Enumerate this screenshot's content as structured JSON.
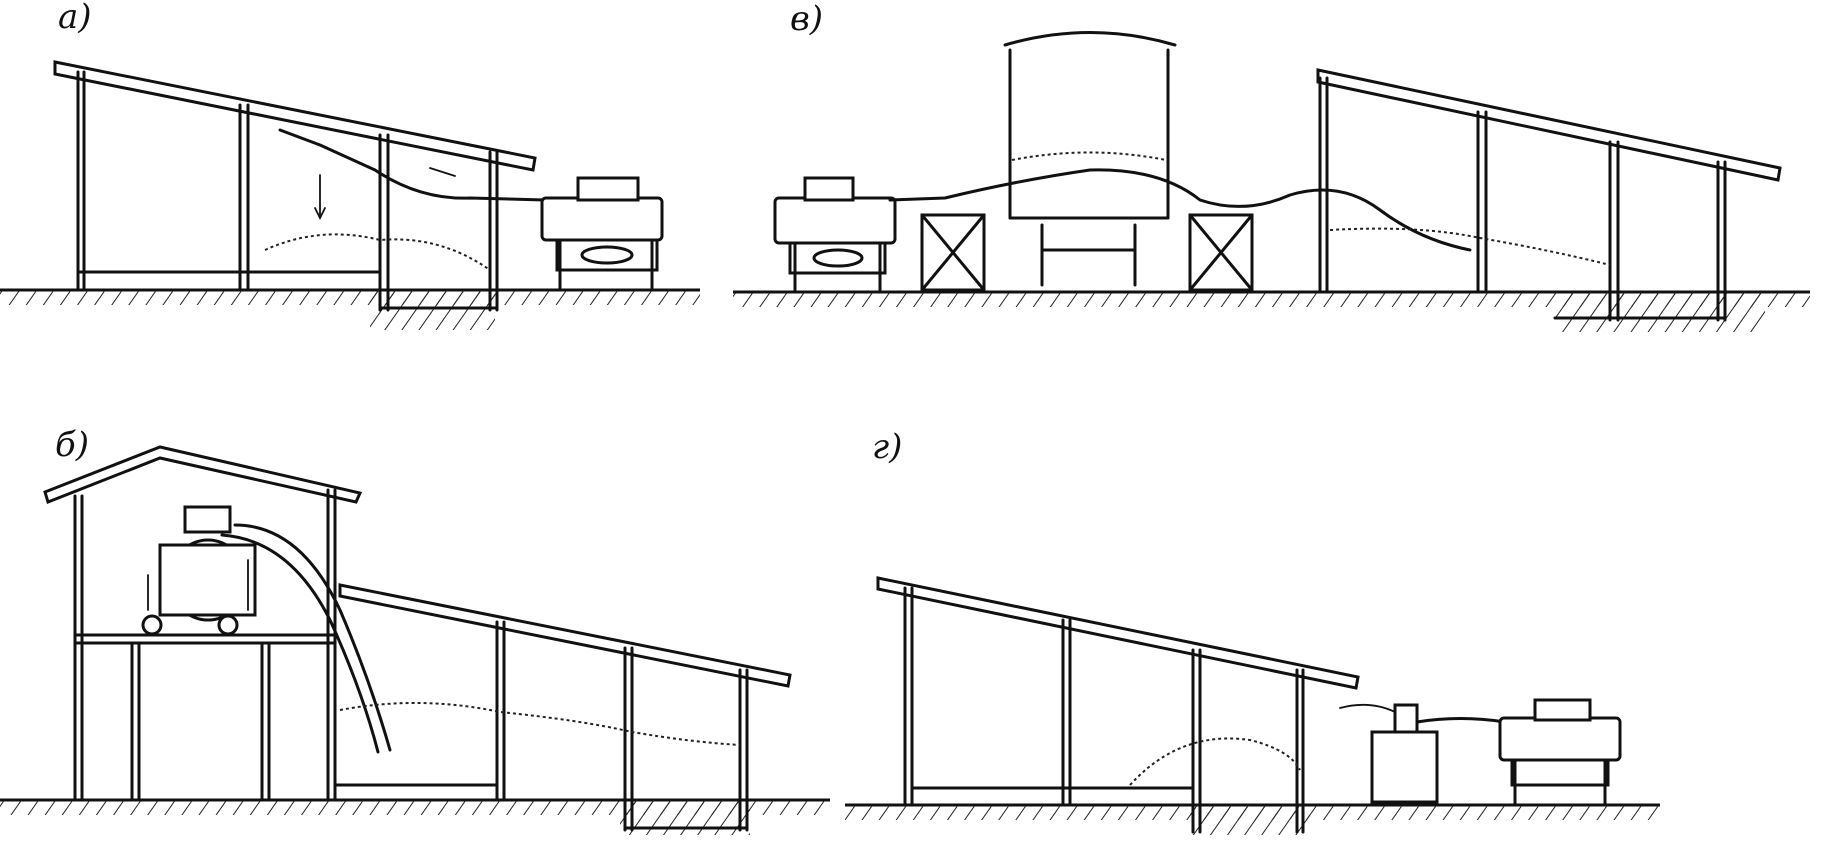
{
  "panels": [
    {
      "id": "a",
      "label": "а)"
    },
    {
      "id": "v",
      "label": "в)"
    },
    {
      "id": "b",
      "label": "б)"
    },
    {
      "id": "g",
      "label": "г)"
    }
  ]
}
